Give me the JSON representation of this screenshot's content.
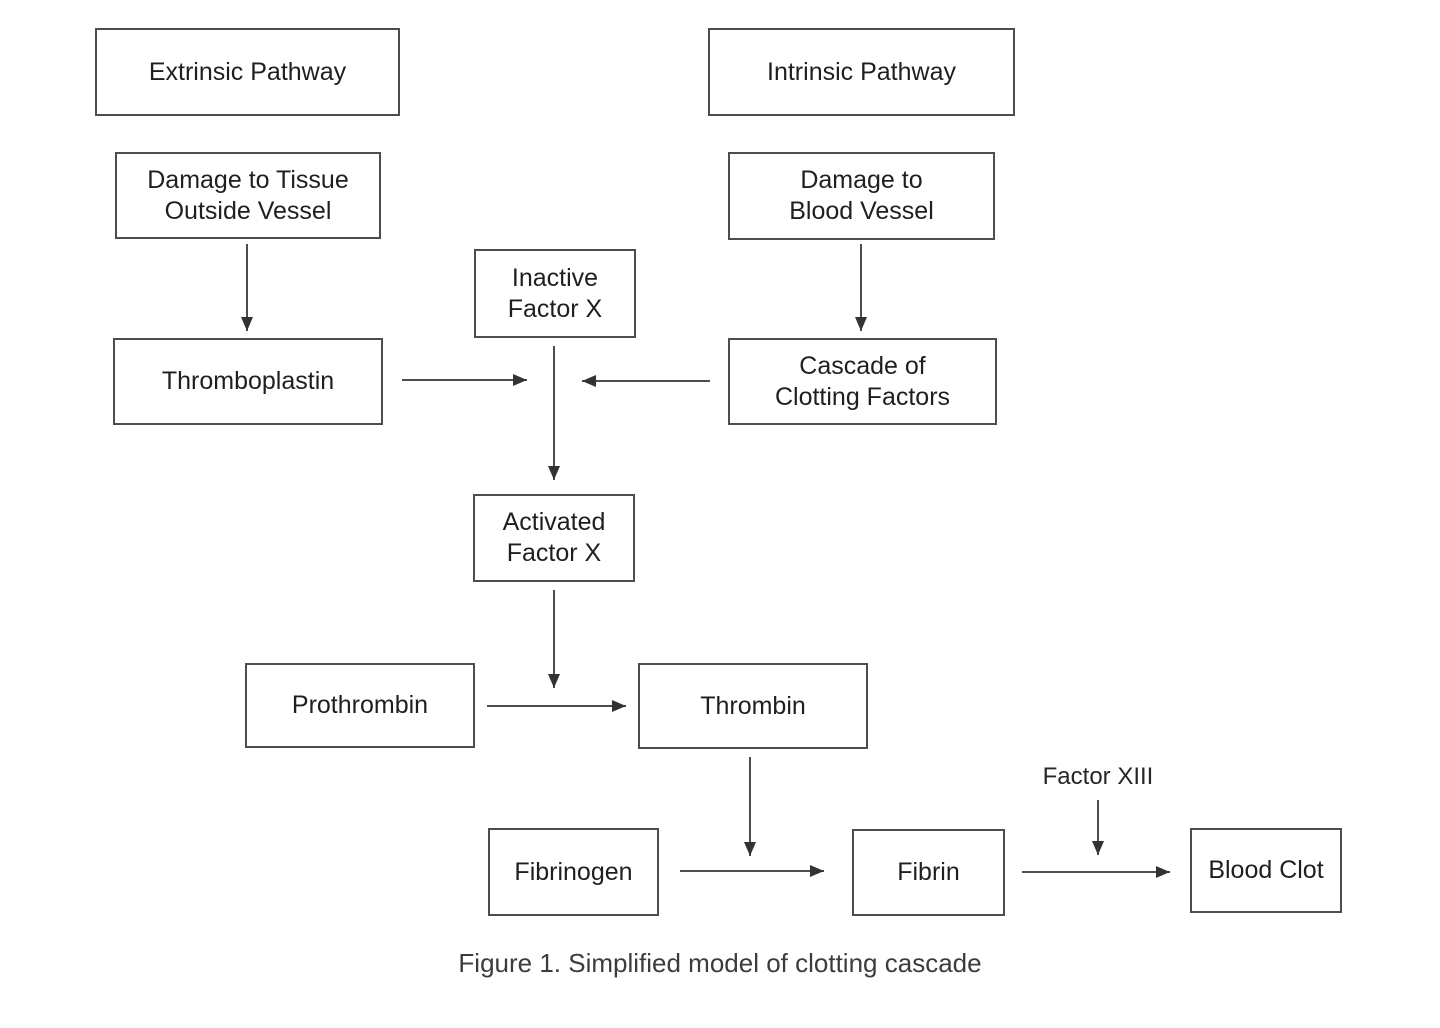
{
  "figure": {
    "nodes": {
      "extrinsic": {
        "label": "Extrinsic Pathway"
      },
      "intrinsic": {
        "label": "Intrinsic Pathway"
      },
      "damage_tissue": {
        "label": "Damage to Tissue\nOutside Vessel"
      },
      "damage_blood": {
        "label": "Damage to\nBlood Vessel"
      },
      "inactive_x": {
        "label": "Inactive\nFactor X"
      },
      "thromboplastin": {
        "label": "Thromboplastin"
      },
      "cascade": {
        "label": "Cascade of\nClotting Factors"
      },
      "activated_x": {
        "label": "Activated\nFactor X"
      },
      "prothrombin": {
        "label": "Prothrombin"
      },
      "thrombin": {
        "label": "Thrombin"
      },
      "fibrinogen": {
        "label": "Fibrinogen"
      },
      "fibrin": {
        "label": "Fibrin"
      },
      "blood_clot": {
        "label": "Blood Clot"
      }
    },
    "annotations": {
      "factor_xiii": "Factor XIII"
    },
    "caption": "Figure 1. Simplified model of clotting cascade",
    "colors": {
      "background": "#ffffff",
      "box_border": "#4d4d4d",
      "arrow_line": "#4d4d4d",
      "arrow_head": "#333333",
      "node_text": "#1f1f1f",
      "caption_text": "#3c3c3c"
    }
  }
}
